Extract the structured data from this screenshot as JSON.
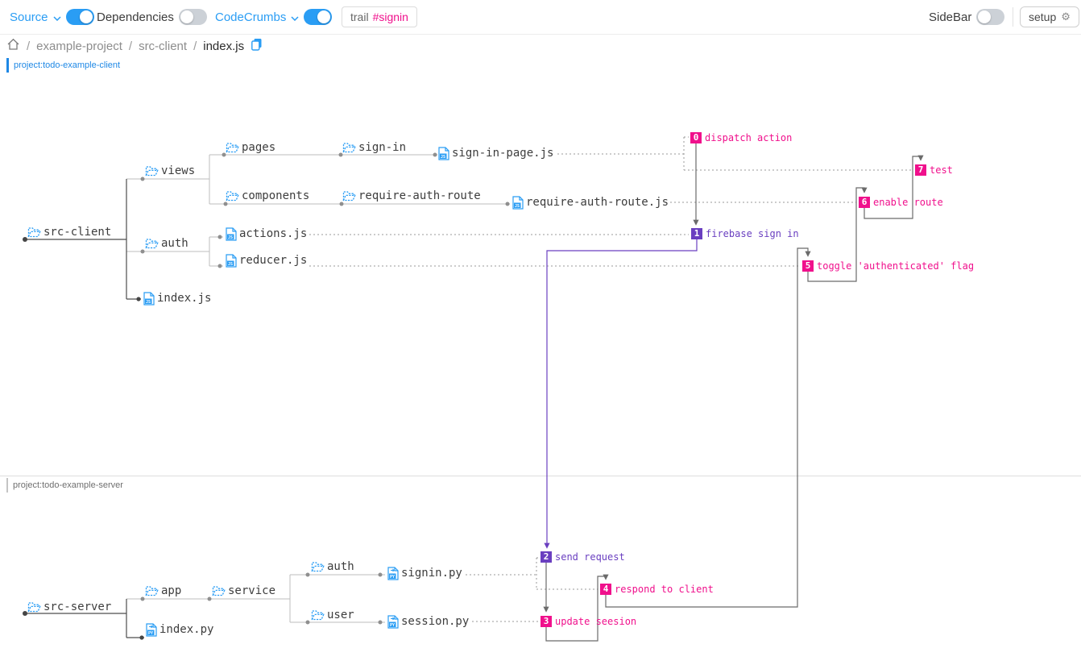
{
  "toolbar": {
    "source": {
      "label": "Source",
      "enabled": true
    },
    "dependencies": {
      "label": "Dependencies",
      "enabled": false
    },
    "codecrumbs": {
      "label": "CodeCrumbs",
      "enabled": true
    },
    "trail": {
      "prefix": "trail",
      "tag": "#signin"
    },
    "sidebar": {
      "label": "SideBar",
      "enabled": false
    },
    "setup_label": "setup"
  },
  "breadcrumb": {
    "home_icon": "home-icon",
    "separator": "/",
    "items": [
      "example-project",
      "src-client",
      "index.js"
    ],
    "copy_icon": "copy-icon"
  },
  "sections": {
    "client": {
      "label": "project:todo-example-client"
    },
    "server": {
      "label": "project:todo-example-server"
    }
  },
  "nodes": [
    {
      "label": "src-client",
      "type": "folder"
    },
    {
      "label": "views",
      "type": "folder"
    },
    {
      "label": "pages",
      "type": "folder"
    },
    {
      "label": "sign-in",
      "type": "folder"
    },
    {
      "label": "sign-in-page.js",
      "type": "js-file"
    },
    {
      "label": "components",
      "type": "folder"
    },
    {
      "label": "require-auth-route",
      "type": "folder"
    },
    {
      "label": "require-auth-route.js",
      "type": "js-file"
    },
    {
      "label": "auth",
      "type": "folder"
    },
    {
      "label": "actions.js",
      "type": "js-file"
    },
    {
      "label": "reducer.js",
      "type": "js-file"
    },
    {
      "label": "index.js",
      "type": "js-file"
    },
    {
      "label": "src-server",
      "type": "folder"
    },
    {
      "label": "app",
      "type": "folder"
    },
    {
      "label": "service",
      "type": "folder"
    },
    {
      "label": "auth",
      "type": "folder"
    },
    {
      "label": "signin.py",
      "type": "py-file"
    },
    {
      "label": "user",
      "type": "folder"
    },
    {
      "label": "session.py",
      "type": "py-file"
    },
    {
      "label": "index.py",
      "type": "py-file"
    }
  ],
  "crumbs": [
    {
      "num": "0",
      "label": "dispatch action",
      "accent": "pink"
    },
    {
      "num": "1",
      "label": "firebase sign in",
      "accent": "purple"
    },
    {
      "num": "2",
      "label": "send request",
      "accent": "purple"
    },
    {
      "num": "3",
      "label": "update seesion",
      "accent": "pink"
    },
    {
      "num": "4",
      "label": "respond to client",
      "accent": "pink"
    },
    {
      "num": "5",
      "label": "toggle 'authenticated' flag",
      "accent": "pink"
    },
    {
      "num": "6",
      "label": "enable route",
      "accent": "pink"
    },
    {
      "num": "7",
      "label": "test",
      "accent": "pink"
    }
  ],
  "colors": {
    "accent_blue": "#2a9df4",
    "crumb_pink": "#f0108c",
    "crumb_purple": "#6a3fc0",
    "tree_line": "#bdbdbd",
    "tree_root_line": "#4d4d4d",
    "flow_line": "#6b6b6b"
  }
}
